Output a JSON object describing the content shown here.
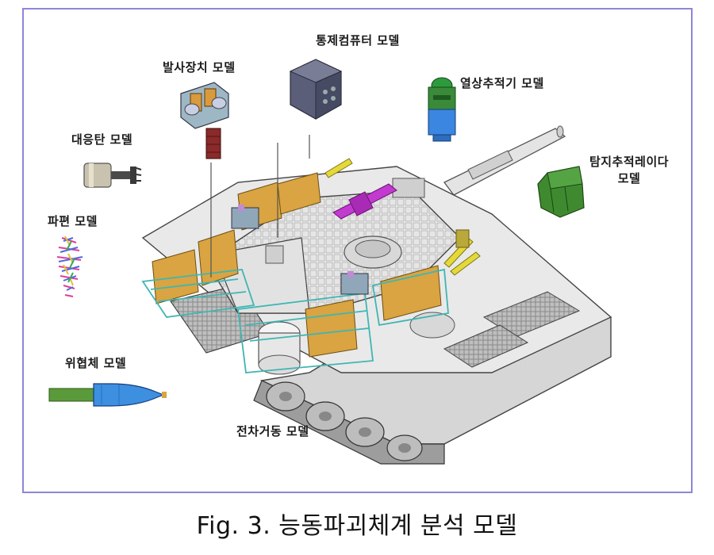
{
  "labels": {
    "control_computer": "통제컴퓨터 모델",
    "launcher": "발사장치 모델",
    "thermal_tracker": "열상추적기 모델",
    "countermeasure": "대응탄 모델",
    "radar_line1": "탐지추적레이다",
    "radar_line2": "모델",
    "fragment": "파편 모델",
    "threat": "위협체 모델",
    "tank_motion": "전차거동 모델"
  },
  "caption": "Fig. 3. 능동파괴체계 분석 모델",
  "colors": {
    "frame": "#8c86d8",
    "armor_box": "#d9a441",
    "cage": "#3fb6b3",
    "launcher_pipe": "#c23ad0",
    "radar": "#3f8a2f",
    "tracker_top": "#2e9a3e",
    "tracker_body": "#3b86e0",
    "threat_body": "#3d8fe0",
    "threat_tail": "#5b9a3a",
    "hull": "#dcdcdc"
  },
  "icons": {
    "control_computer": "computer-unit-icon",
    "launcher": "launcher-unit-icon",
    "thermal_tracker": "thermal-tracker-icon",
    "countermeasure": "countermeasure-round-icon",
    "radar": "radar-panel-icon",
    "fragment": "fragment-cloud-icon",
    "threat": "rpg-threat-icon",
    "tank": "tank-model-icon"
  }
}
